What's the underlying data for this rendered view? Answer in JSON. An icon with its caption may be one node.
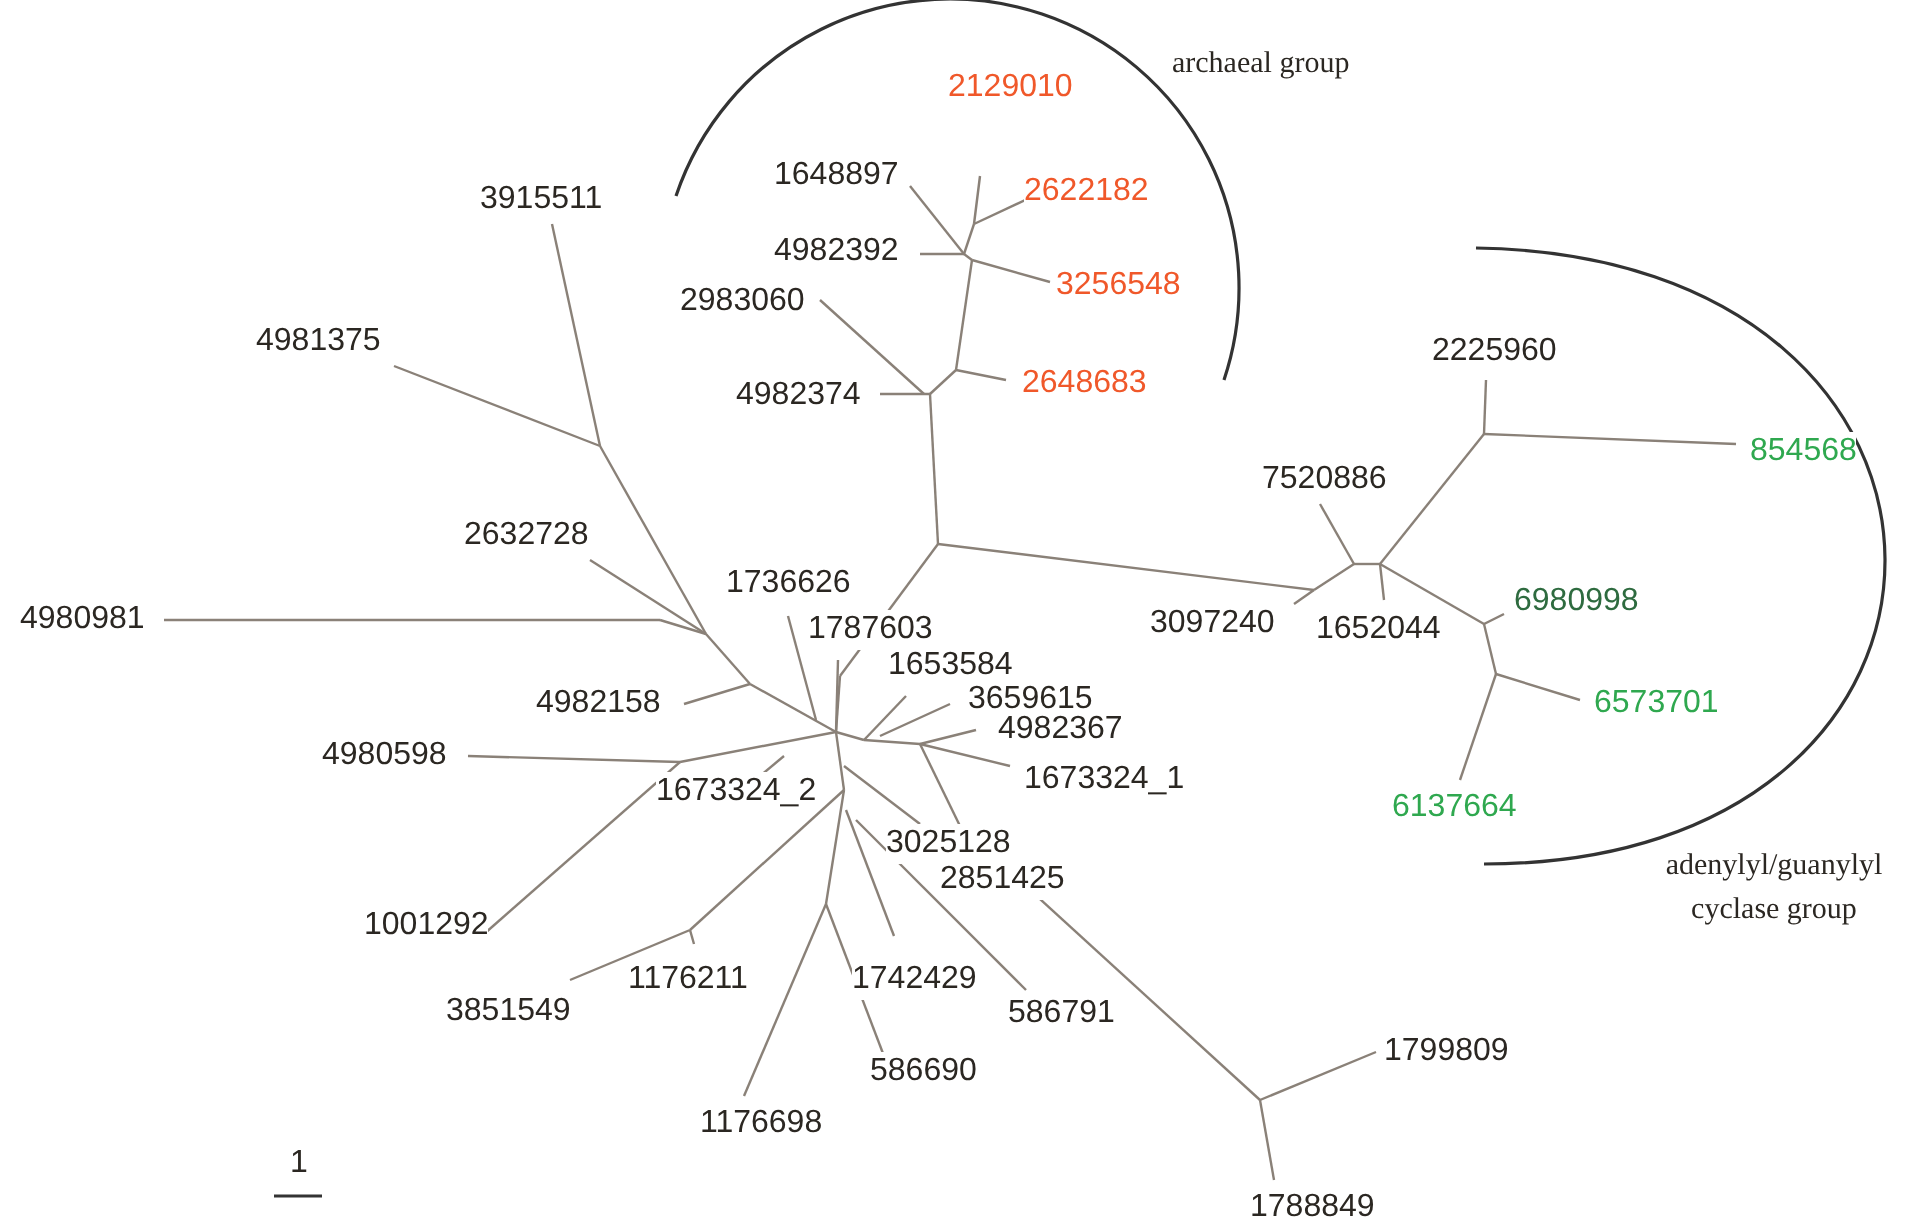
{
  "diagram": {
    "labels": [
      "archaeal group",
      "2129010",
      "1648897",
      "2622182",
      "3915511",
      "4982392",
      "3256548",
      "2983060",
      "4981375",
      "2225960",
      "2648683",
      "4982374",
      "854568",
      "7520886",
      "2632728",
      "1736626",
      "4980981",
      "6980998",
      "3097240",
      "1787603",
      "1652044",
      "1653584",
      "3659615",
      "4982158",
      "6573701",
      "4982367",
      "4980598",
      "1673324_1",
      "1673324_2",
      "6137664",
      "3025128",
      "adenylyl/guanylyl cyclase group",
      "2851425",
      "1001292",
      "1176211",
      "1742429",
      "3851549",
      "586791",
      "1799809",
      "586690",
      "1176698",
      "1",
      "1788849"
    ]
  }
}
